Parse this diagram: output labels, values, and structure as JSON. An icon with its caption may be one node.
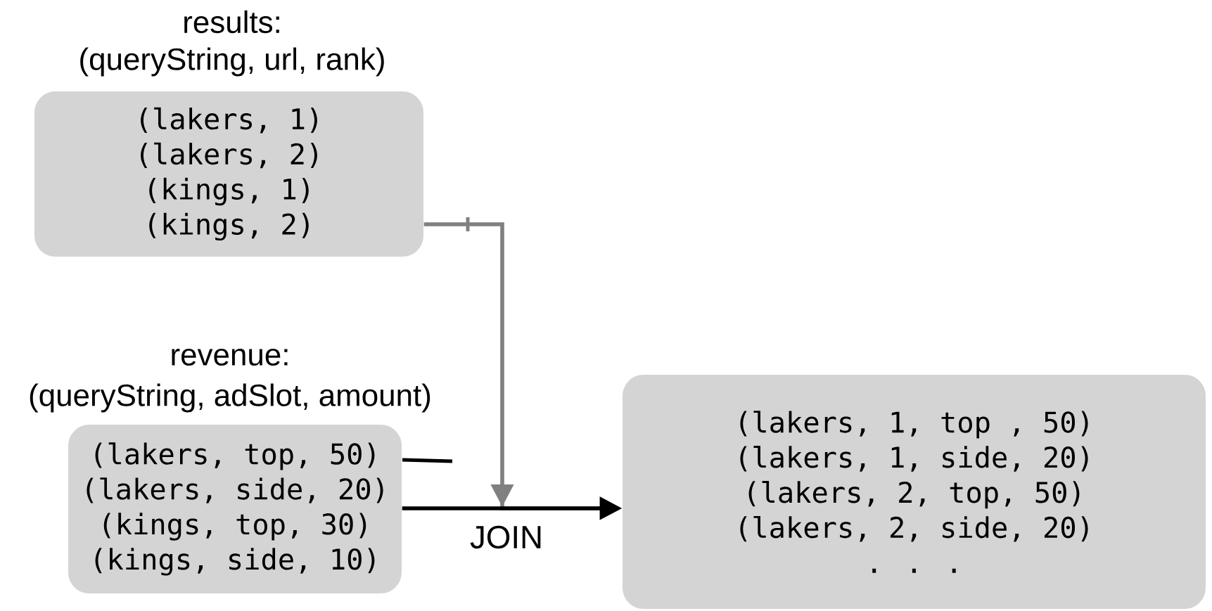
{
  "diagram": {
    "nodes": [
      {
        "text": [
          "results:",
          "(queryString, url, rank)",
          "(lakers, 1)",
          "(lakers, 2)",
          "(kings, 1)",
          "(kings, 2)"
        ]
      },
      {
        "text": [
          "revenue:",
          "(queryString, adSlot, amount)",
          "(lakers, top, 50)",
          "(lakers, side, 20)",
          "(kings, top, 30)",
          "(kings, side, 10)"
        ]
      },
      {
        "text": [
          "(lakers, 1, top , 50)",
          "(lakers, 1, side, 20)",
          "(lakers, 2, top, 50)",
          "(lakers, 2, side, 20)",
          ". . ."
        ]
      }
    ],
    "edges": [
      {
        "from": 0,
        "to": 2,
        "arrow": "to",
        "color": "#808080"
      },
      {
        "from": 1,
        "to": 2,
        "arrow": "to",
        "label": "JOIN",
        "color": "#000000"
      }
    ]
  }
}
